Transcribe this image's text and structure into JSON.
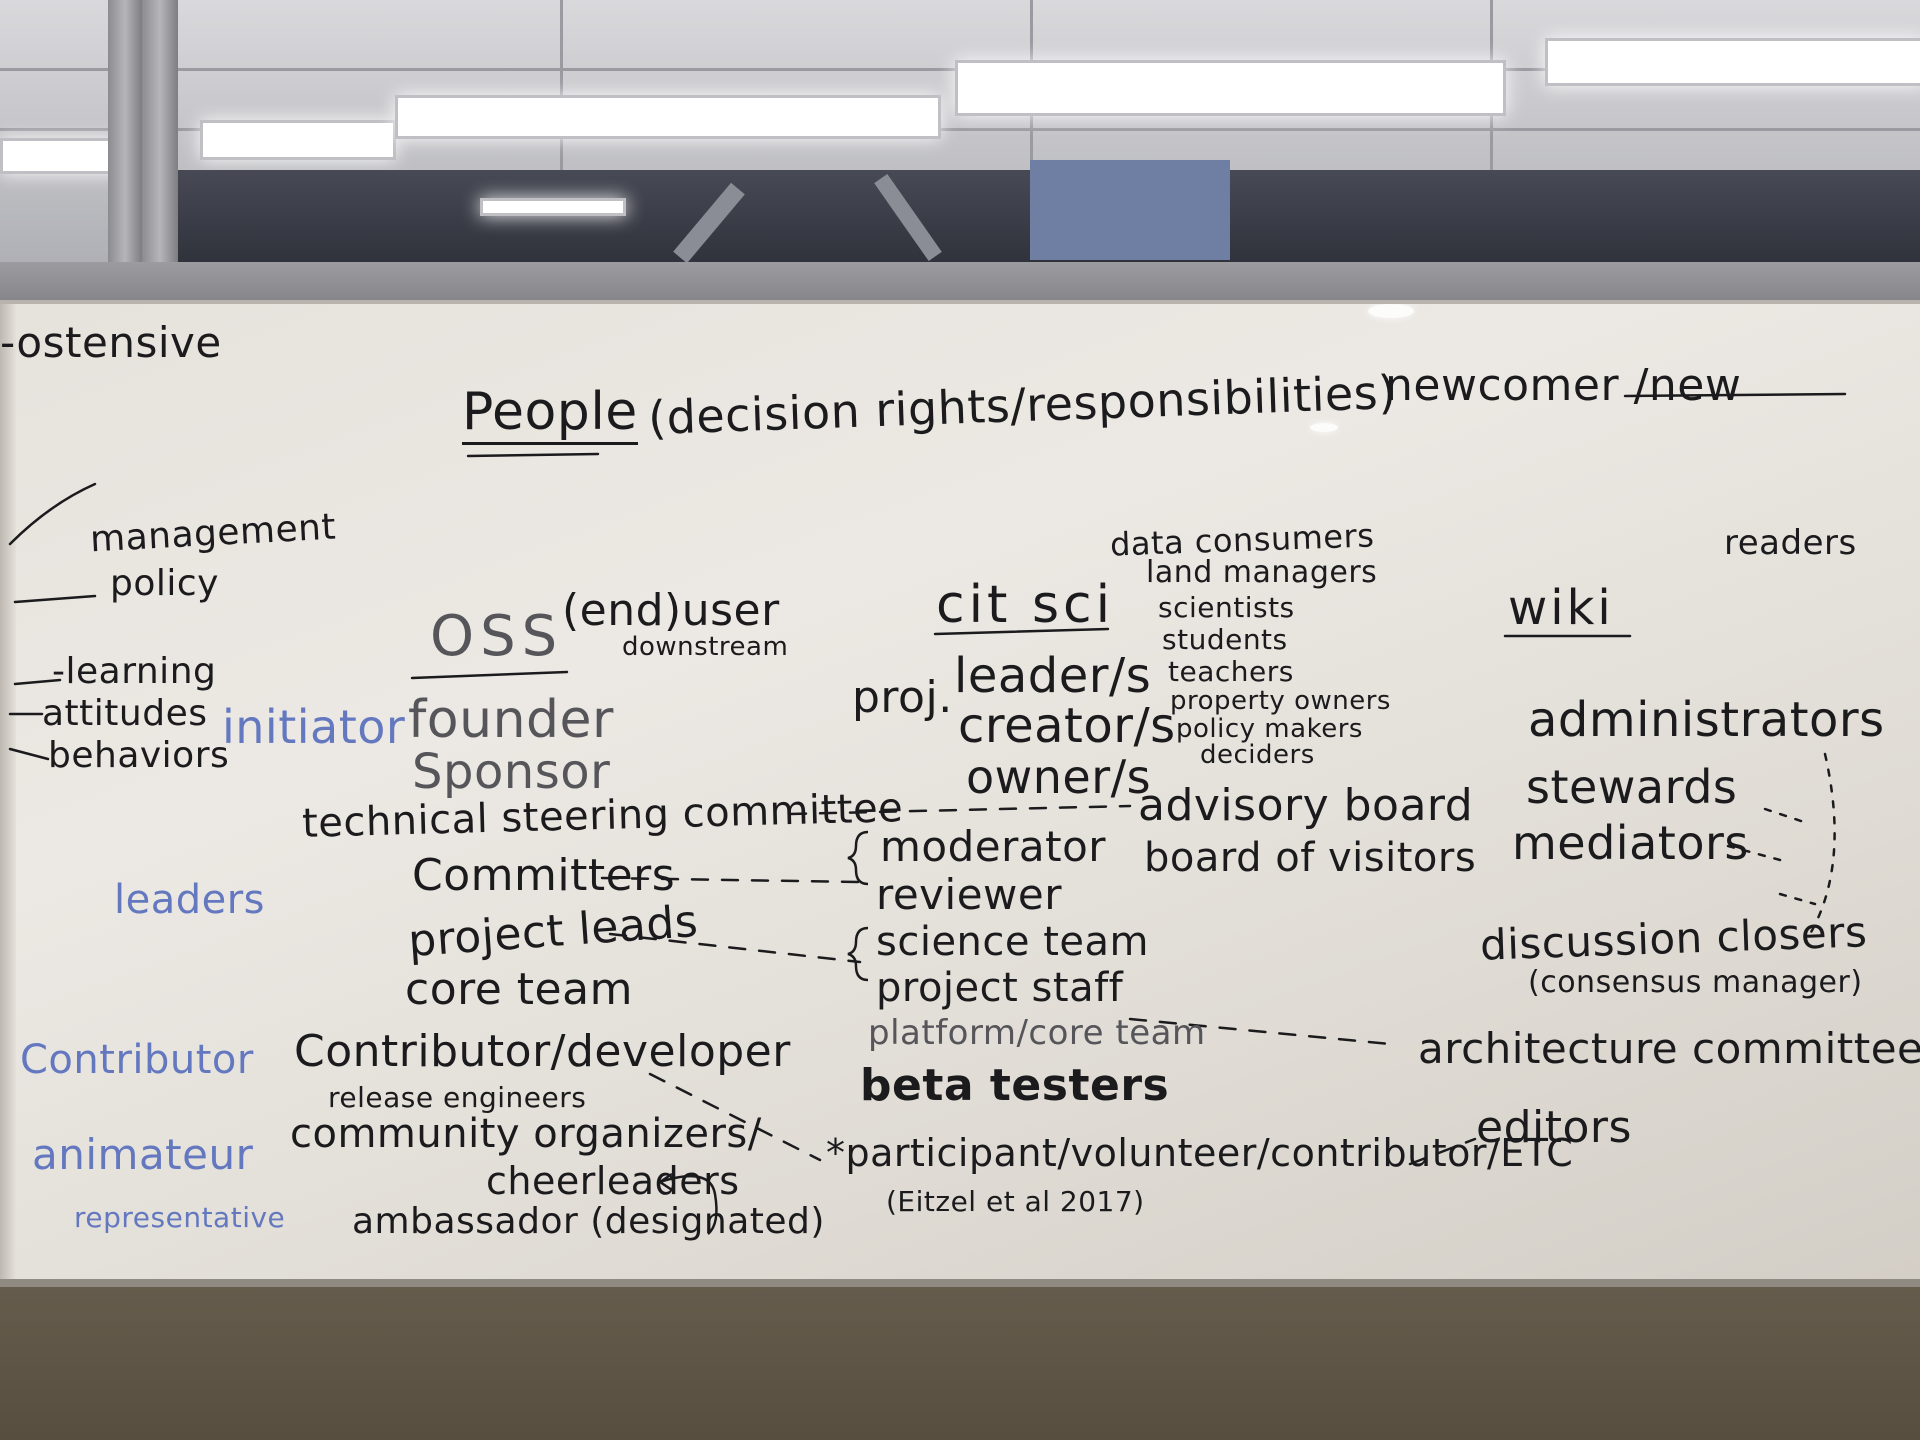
{
  "title": "People",
  "title_note": "(decision rights/responsibilities)",
  "newcomer": "newcomer /new",
  "left_labels": {
    "ostensive": "-ostensive",
    "management": "management",
    "policy": "policy",
    "learning": "-learning",
    "attitudes": "attitudes",
    "behaviors": "behaviors"
  },
  "roles": {
    "initiator": "initiator",
    "leaders": "leaders",
    "contributor": "Contributor",
    "animateur": "animateur",
    "representative": "representative"
  },
  "oss": {
    "heading": "OSS",
    "end_user": "(end)user",
    "downstream": "downstream",
    "founder": "founder",
    "sponsor": "Sponsor",
    "tsc": "technical steering committee",
    "committers": "Committers",
    "project_leads": "project leads",
    "core_team": "core team",
    "contributor_dev": "Contributor/developer",
    "release_engineers": "release engineers",
    "organizers": "community organizers/",
    "cheerleaders": "cheerleaders",
    "ambassador": "ambassador (designated)"
  },
  "citsci": {
    "heading": "cit sci",
    "proj": "proj.",
    "leaders": "leader/s",
    "creators": "creator/s",
    "owners": "owner/s",
    "consumers": [
      "data consumers",
      "land managers",
      "scientists",
      "students",
      "teachers",
      "property owners",
      "policy makers",
      "deciders"
    ],
    "advisory": "advisory board",
    "visitors": "board of visitors",
    "moderator": "moderator",
    "reviewer": "reviewer",
    "science_team": "science team",
    "project_staff": "project staff",
    "platform": "platform/core team",
    "beta": "beta testers",
    "participant": "*participant/volunteer/contributor/ETC",
    "citation": "(Eitzel et al 2017)"
  },
  "wiki": {
    "heading": "wiki",
    "readers": "readers",
    "administrators": "administrators",
    "stewards": "stewards",
    "mediators": "mediators",
    "closers": "discussion closers",
    "consensus": "(consensus manager)",
    "architecture": "architecture committee",
    "editors": "editors"
  },
  "colors": {
    "marker_black": "#1b1b1d",
    "marker_blue": "#6478c0",
    "board": "#e9e6e0"
  }
}
